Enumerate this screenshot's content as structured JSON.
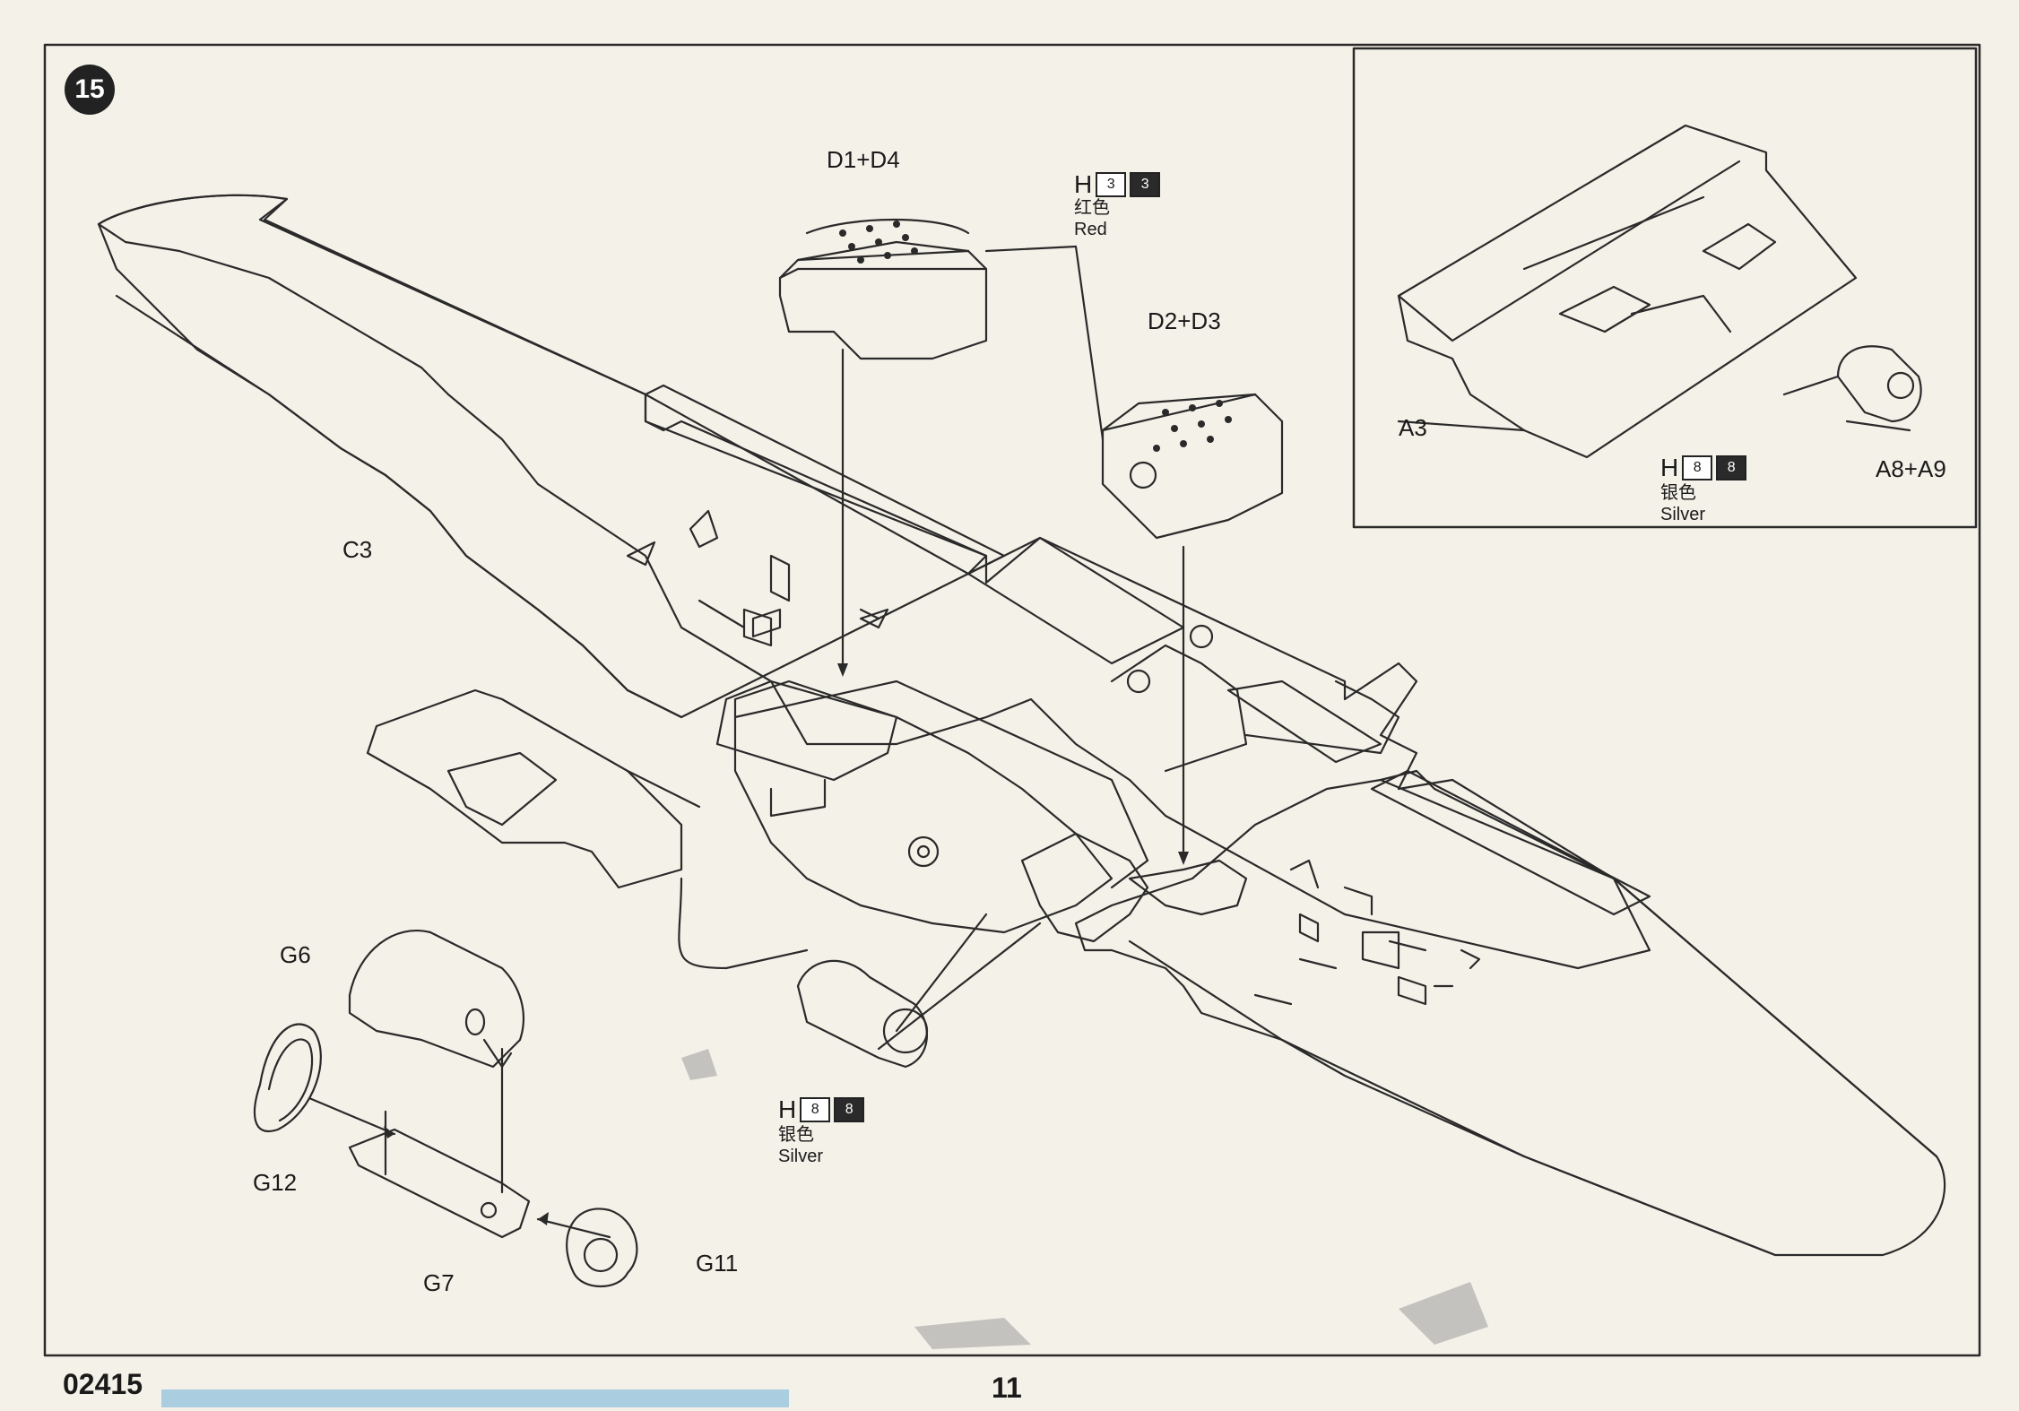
{
  "step": {
    "number": "15"
  },
  "labels": {
    "d1_d4": "D1+D4",
    "d2_d3": "D2+D3",
    "c3": "C3",
    "g6": "G6",
    "g7": "G7",
    "g11": "G11",
    "g12": "G12",
    "a3": "A3",
    "a8_a9": "A8+A9"
  },
  "paint_callouts": {
    "red": {
      "prefix": "H",
      "code_light": "3",
      "code_dark": "3",
      "chinese": "红色",
      "english": "Red"
    },
    "silver_main": {
      "prefix": "H",
      "code_light": "8",
      "code_dark": "8",
      "chinese": "银色",
      "english": "Silver"
    },
    "silver_inset": {
      "prefix": "H",
      "code_light": "8",
      "code_dark": "8",
      "chinese": "银色",
      "english": "Silver"
    }
  },
  "footer": {
    "kit_number": "02415",
    "page_number": "11"
  },
  "colors": {
    "paper": "#f4f1e8",
    "line": "#2a2a2a",
    "swatch_dark": "#2a2a2a"
  }
}
